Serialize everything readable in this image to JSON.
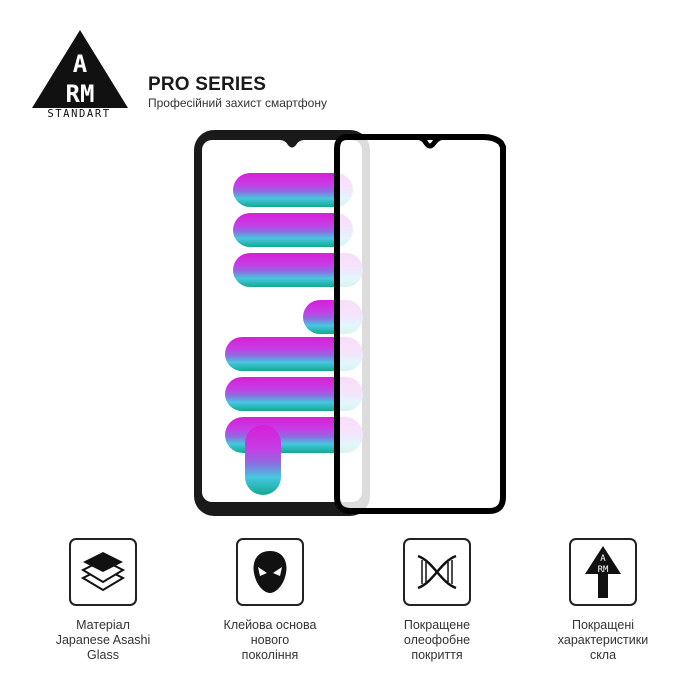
{
  "brand": {
    "logo_letters_top": "A",
    "logo_letters_bottom": "RM",
    "logo_wordmark": "STANDART",
    "series_title": "PRO SERIES",
    "series_subtitle": "Професійний захист смартфону"
  },
  "product": {
    "image": "phone-with-screen-protector",
    "colors": {
      "frame": "#111111",
      "glass_border": "#000000",
      "wallpaper_top": "#d81fd6",
      "wallpaper_bottom": "#1fd6d0"
    }
  },
  "features": [
    {
      "icon": "layers-icon",
      "lines": [
        "Матеріал",
        "Japanese Asashi",
        "Glass"
      ]
    },
    {
      "icon": "mask-icon",
      "lines": [
        "Клейова основа",
        "нового",
        "покоління"
      ]
    },
    {
      "icon": "dna-icon",
      "lines": [
        "Покращене",
        "олеофобне",
        "покриття"
      ]
    },
    {
      "icon": "arm-arrow-icon",
      "lines": [
        "Покращені",
        "характеристики",
        "скла"
      ]
    }
  ]
}
